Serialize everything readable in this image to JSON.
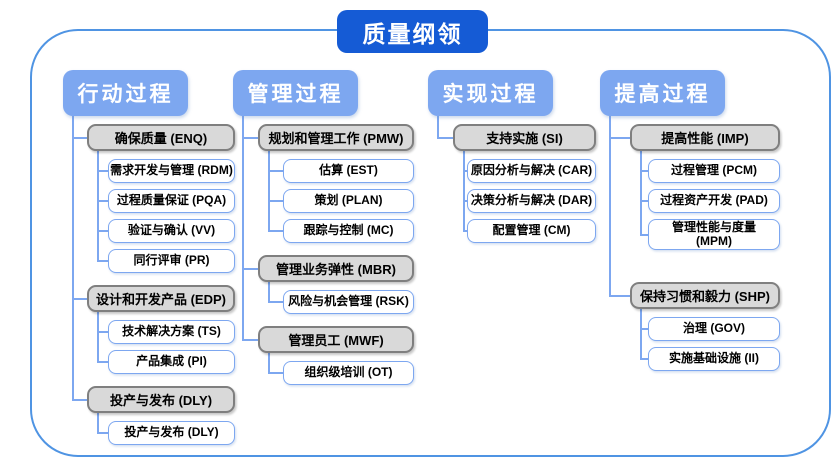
{
  "title": "质量纲领",
  "colors": {
    "title_bg": "#155bd5",
    "header_bg": "#7da7f0",
    "node_bg": "#d9d9d9",
    "node_border": "#7f7f7f",
    "leaf_border": "#7da7f0",
    "connector": "#7da7f0",
    "frame_border": "#4f94e3"
  },
  "columns": [
    {
      "label": "行动过程",
      "groups": [
        {
          "label": "确保质量 (ENQ)",
          "children": [
            {
              "label": "需求开发与管理 (RDM)"
            },
            {
              "label": "过程质量保证 (PQA)"
            },
            {
              "label": "验证与确认 (VV)"
            },
            {
              "label": "同行评审 (PR)"
            }
          ]
        },
        {
          "label": "设计和开发产品 (EDP)",
          "children": [
            {
              "label": "技术解决方案 (TS)"
            },
            {
              "label": "产品集成 (PI)"
            }
          ]
        },
        {
          "label": "投产与发布 (DLY)",
          "children": [
            {
              "label": "投产与发布 (DLY)"
            }
          ]
        }
      ]
    },
    {
      "label": "管理过程",
      "groups": [
        {
          "label": "规划和管理工作 (PMW)",
          "children": [
            {
              "label": "估算 (EST)"
            },
            {
              "label": "策划 (PLAN)"
            },
            {
              "label": "跟踪与控制 (MC)"
            }
          ]
        },
        {
          "label": "管理业务弹性 (MBR)",
          "children": [
            {
              "label": "风险与机会管理 (RSK)"
            }
          ]
        },
        {
          "label": "管理员工 (MWF)",
          "children": [
            {
              "label": "组织级培训 (OT)"
            }
          ]
        }
      ]
    },
    {
      "label": "实现过程",
      "groups": [
        {
          "label": "支持实施 (SI)",
          "children": [
            {
              "label": "原因分析与解决 (CAR)"
            },
            {
              "label": "决策分析与解决 (DAR)"
            },
            {
              "label": "配置管理 (CM)"
            }
          ]
        }
      ]
    },
    {
      "label": "提高过程",
      "groups": [
        {
          "label": "提高性能 (IMP)",
          "children": [
            {
              "label": "过程管理 (PCM)"
            },
            {
              "label": "过程资产开发 (PAD)"
            },
            {
              "label": "管理性能与度量\n(MPM)",
              "two_line": true
            }
          ]
        },
        {
          "label": "保持习惯和毅力 (SHP)",
          "spacer_before": 20,
          "children": [
            {
              "label": "治理 (GOV)"
            },
            {
              "label": "实施基础设施 (II)"
            }
          ]
        }
      ]
    }
  ]
}
